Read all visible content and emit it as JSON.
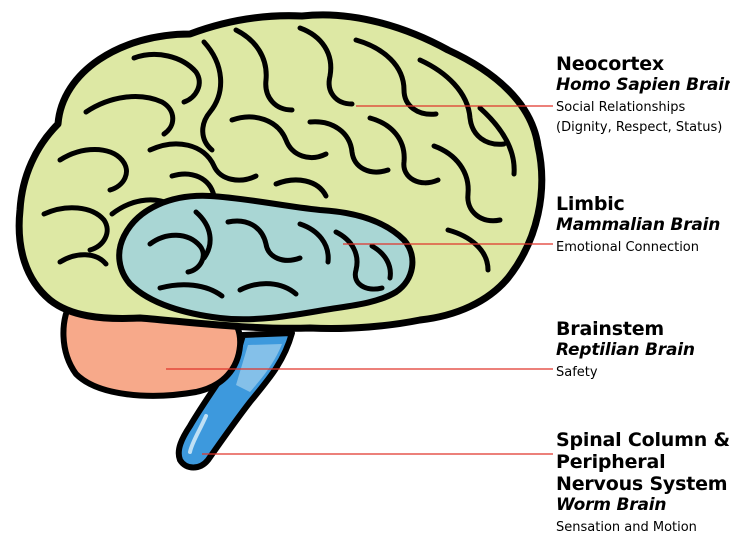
{
  "colors": {
    "neocortex_fill": "#dde8a4",
    "limbic_fill": "#a9d6d4",
    "brainstem_fill": "#f7a98a",
    "spinal_fill": "#3d99dd",
    "outline": "#000000",
    "leader_line": "#e0342a"
  },
  "labels": {
    "neocortex": {
      "title": "Neocortex",
      "subtitle": "Homo Sapien Brain",
      "desc1": "Social Relationships",
      "desc2": "(Dignity, Respect, Status)"
    },
    "limbic": {
      "title": "Limbic",
      "subtitle": "Mammalian Brain",
      "desc1": "Emotional Connection"
    },
    "brainstem": {
      "title": "Brainstem",
      "subtitle": "Reptilian Brain",
      "desc1": "Safety"
    },
    "spinal": {
      "title1": "Spinal Column &",
      "title2": "Peripheral",
      "title3": "Nervous System",
      "subtitle": "Worm Brain",
      "desc1": "Sensation and Motion"
    }
  }
}
